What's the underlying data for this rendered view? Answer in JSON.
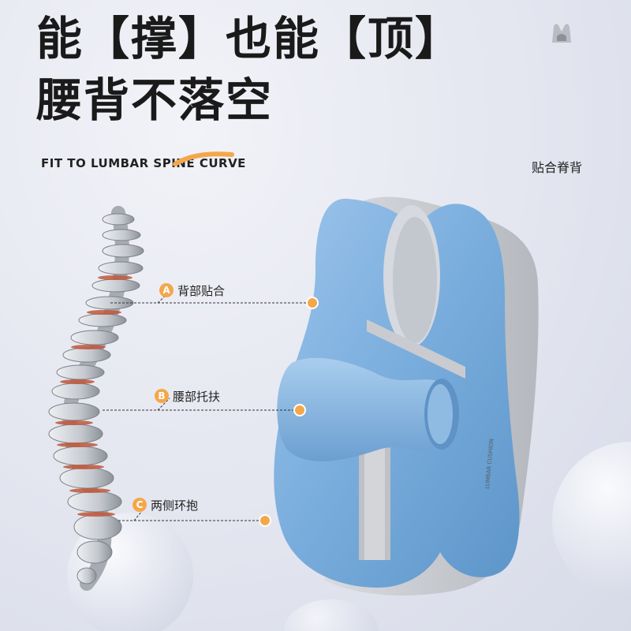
{
  "headline": {
    "line1": "能【撑】也能【顶】",
    "line2": "腰背不落空"
  },
  "tagline": {
    "english": "FIT TO LUMBAR SPINE CURVE",
    "chinese": "贴合脊背"
  },
  "callouts": [
    {
      "badge": "A",
      "label": "背部贴合"
    },
    {
      "badge": "B",
      "label": "腰部托扶"
    },
    {
      "badge": "C",
      "label": "两侧环抱"
    }
  ],
  "product_tag": "LUMBAR CUSHION",
  "colors": {
    "accent": "#f4a74a",
    "cushion_blue": "#7fb0de",
    "cushion_gray": "#c7c9ce",
    "headline": "#1a1a1a"
  }
}
